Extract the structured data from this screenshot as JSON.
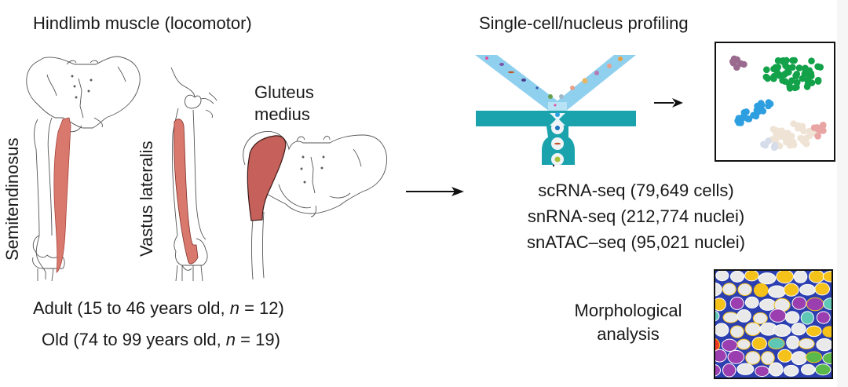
{
  "left_panel": {
    "title": "Hindlimb muscle (locomotor)",
    "muscles": [
      {
        "name": "Semitendinosus",
        "orientation": "vertical"
      },
      {
        "name": "Vastus lateralis",
        "orientation": "vertical"
      },
      {
        "name": "Gluteus medius",
        "lines": [
          "Gluteus",
          "medius"
        ]
      }
    ],
    "cohorts": [
      {
        "label": "Adult",
        "age_range": "15 to 46 years old",
        "n": "12"
      },
      {
        "label": "Old",
        "age_range": "74 to 99 years old",
        "n": "19"
      }
    ],
    "cohort_lines": {
      "adult_prefix": "Adult (15 to 46 years old, ",
      "old_prefix": "Old (74 to 99 years old, ",
      "n_symbol": "n",
      "adult_suffix": " = 12)",
      "old_suffix": " = 19)"
    }
  },
  "right_panel": {
    "title": "Single-cell/nucleus profiling",
    "assays": [
      {
        "text": "scRNA-seq (79,649 cells)",
        "name": "scRNA-seq",
        "count": "79,649",
        "unit": "cells"
      },
      {
        "text": "snRNA-seq (212,774 nuclei)",
        "name": "snRNA-seq",
        "count": "212,774",
        "unit": "nuclei"
      },
      {
        "text": "snATAC–seq (95,021 nuclei)",
        "name": "snATAC-seq",
        "count": "95,021",
        "unit": "nuclei"
      }
    ],
    "morphology_label": [
      "Morphological",
      "analysis"
    ]
  },
  "icons": {
    "main_arrow": "arrow-right-icon",
    "cluster_arrow": "arrow-right-icon",
    "microfluidic": "microfluidic-droplet-device-icon",
    "cluster_plot": "cell-cluster-scatter-icon",
    "histology": "muscle-fiber-segmentation-icon"
  },
  "colors": {
    "muscle": "#d9786c",
    "muscle_dark": "#a8453d",
    "channel_light": "#8fd0ef",
    "channel_teal": "#1aa3ad",
    "cluster_purple": "#9a6b8e",
    "cluster_green": "#13a24a",
    "cluster_blue": "#2d9fe0",
    "cluster_beige": "#efe3d5",
    "cluster_pink": "#e9a4a4",
    "cluster_lightblue": "#d5dcea",
    "histo_yellow": "#f5c21b",
    "histo_teal": "#5fc7b5",
    "histo_purple": "#9b3fb0",
    "histo_red": "#ef3b26",
    "histo_green": "#5bb84a",
    "histo_blue": "#2c3fb0",
    "histo_cell": "#e9e9ea"
  }
}
